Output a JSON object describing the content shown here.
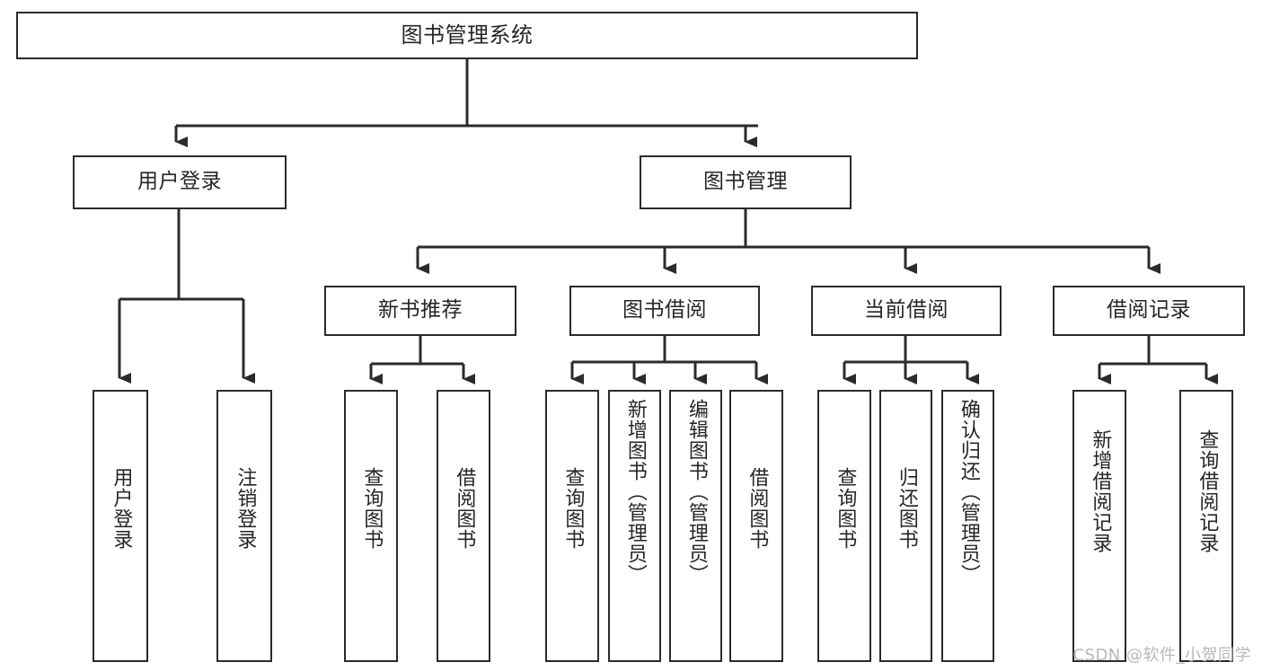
{
  "diagram": {
    "title": "图书管理系统",
    "type": "tree",
    "watermark": "CSDN @软件_小贺同学",
    "colors": {
      "stroke": "#2b2b2b",
      "fill": "#ffffff",
      "text": "#262626",
      "watermark": "#b8b8b8"
    },
    "levels": {
      "root": {
        "label": "图书管理系统"
      },
      "level2": [
        {
          "id": "user-login",
          "label": "用户登录"
        },
        {
          "id": "book-manage",
          "label": "图书管理"
        }
      ],
      "level3": [
        {
          "id": "new-book-recommend",
          "label": "新书推荐"
        },
        {
          "id": "book-borrow",
          "label": "图书借阅"
        },
        {
          "id": "current-borrow",
          "label": "当前借阅"
        },
        {
          "id": "borrow-record",
          "label": "借阅记录"
        }
      ],
      "leaves": [
        {
          "id": "leaf-user-login",
          "label": "用户登录",
          "parent": "user-login"
        },
        {
          "id": "leaf-logout",
          "label": "注销登录",
          "parent": "user-login"
        },
        {
          "id": "leaf-query-book-1",
          "label": "查询图书",
          "parent": "new-book-recommend"
        },
        {
          "id": "leaf-borrow-book-1",
          "label": "借阅图书",
          "parent": "new-book-recommend"
        },
        {
          "id": "leaf-query-book-2",
          "label": "查询图书",
          "parent": "book-borrow"
        },
        {
          "id": "leaf-add-book",
          "label": "新增图书（管理员）",
          "parent": "book-borrow"
        },
        {
          "id": "leaf-edit-book",
          "label": "编辑图书（管理员）",
          "parent": "book-borrow"
        },
        {
          "id": "leaf-borrow-book-2",
          "label": "借阅图书",
          "parent": "book-borrow"
        },
        {
          "id": "leaf-query-book-3",
          "label": "查询图书",
          "parent": "current-borrow"
        },
        {
          "id": "leaf-return-book",
          "label": "归还图书",
          "parent": "current-borrow"
        },
        {
          "id": "leaf-confirm-return",
          "label": "确认归还（管理员）",
          "parent": "current-borrow"
        },
        {
          "id": "leaf-add-record",
          "label": "新增借阅记录",
          "parent": "borrow-record"
        },
        {
          "id": "leaf-query-record",
          "label": "查询借阅记录",
          "parent": "borrow-record"
        }
      ]
    }
  }
}
